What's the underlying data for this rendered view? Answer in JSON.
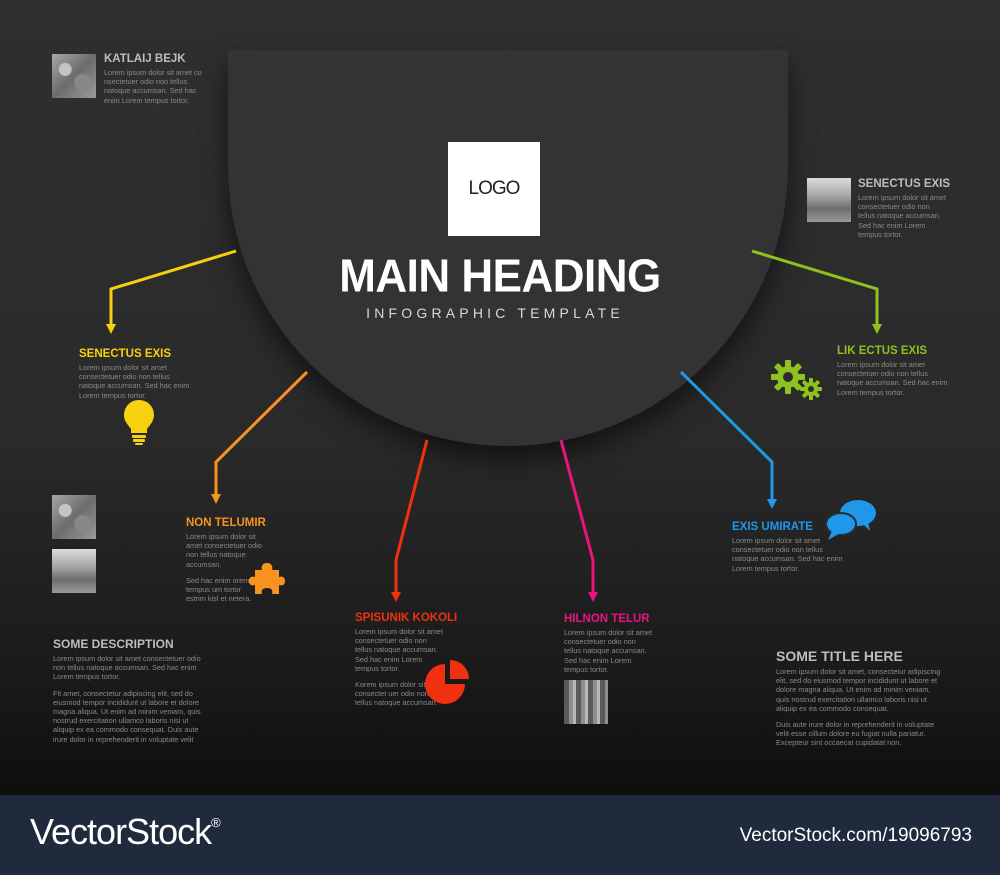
{
  "header": {
    "logo_text": "LOGO",
    "main_heading": "MAIN HEADING",
    "subheading": "INFOGRAPHIC TEMPLATE"
  },
  "colors": {
    "yellow": "#f5d110",
    "orange": "#f7931e",
    "red": "#f0300f",
    "pink": "#ea1480",
    "blue": "#1f98ea",
    "green": "#8dc21f",
    "grey_title": "#bdbdbd"
  },
  "blocks": {
    "katlaij": {
      "title": "KATLAIJ BEJK",
      "body": [
        "Lorem ipsum dolor sit amet co nsectetuer odio non tellus natoque accumsan. Sed hac enim Lorem tempus tortor."
      ]
    },
    "senectus_right": {
      "title": "SENECTUS EXIS",
      "body": [
        "Lorem ipsum dolor sit amet consectetuer odio non tellus natoque accumsan. Sed hac enim Lorem tempus tortor."
      ]
    },
    "senectus_left": {
      "title": "SENECTUS EXIS",
      "body": [
        "Lorem ipsum dolor sit amet consectetuer odio non tellus natoque accumsan. Sed hac enim Lorem tempus tortor."
      ]
    },
    "lik_ectus": {
      "title": "LIK ECTUS EXIS",
      "body": [
        "Lorem ipsum dolor sit amet consectetuer odio non tellus natoque accumsan. Sed hac enim Lorem tempus tortor."
      ]
    },
    "non_telumir": {
      "title": "NON TELUMIR",
      "body": [
        "Lorem ipsum dolor sit amet consectetuer odio non tellus natoque accumsan.",
        "Sed hac enim orem tempus um tortor estrim kisl et netera."
      ]
    },
    "exis_umirate": {
      "title": "EXIS UMIRATE",
      "body": [
        "Lorem ipsum dolor sit amet consectetuer odio non tellus natoque accumsan. Sed hac enim Lorem tempus tortor."
      ]
    },
    "spisunik": {
      "title": "SPISUNIK KOKOLI",
      "body": [
        "Lorem ipsum dolor sit amet consectetuer odio non tellus natoque accumsan. Sed hac enim Lorem tempus tortor.",
        "Korem ipsum dolor sit amet consectet uer odio non tellus natoque accumsan."
      ]
    },
    "hilnon": {
      "title": "HILNON TELUR",
      "body": [
        "Lorem ipsum dolor sit amet consectetuer odio non tellus natoque accumsan. Sed hac enim Lorem tempus tortor."
      ]
    },
    "some_description": {
      "title": "SOME DESCRIPTION",
      "body": [
        "Lorem ipsum dolor sit amet consectetuer odio non tellus natoque accumsan. Sed hac enim Lorem tempus tortor.",
        "Fit amet, consectetur adipiscing elit, sed do eiusmod tempor incididunt ut labore et dolore magna aliqua. Ut enim ad minim veniam, quis nostrud exercitation ullamco laboris nisi ut aliquip ex ea commodo consequat. Duis aute irure dolor in reprehenderit in voluptate velit"
      ]
    },
    "some_title": {
      "title": "SOME TITLE HERE",
      "body": [
        "Lorem ipsum dolor sit amet, consectetur adipiscing elit, sed do eiusmod tempor incididunt ut labore et dolore magna aliqua. Ut enim ad minim veniam, quis nostrud exercitation ullamco laboris nisi ut aliquip ex ea commodo consequat.",
        "Duis aute irure dolor in reprehenderit in voluptate velit esse cillum dolore eu fugiat nulla pariatur. Excepteur sint occaecat cupidatat non."
      ]
    }
  },
  "icons": {
    "lightbulb": "lightbulb-icon",
    "puzzle": "puzzle-icon",
    "pie": "pie-chart-icon",
    "gears": "gears-icon",
    "chat": "chat-bubbles-icon"
  },
  "footer": {
    "brand": "VectorStock",
    "registered": "®",
    "url": "VectorStock.com/19096793"
  }
}
